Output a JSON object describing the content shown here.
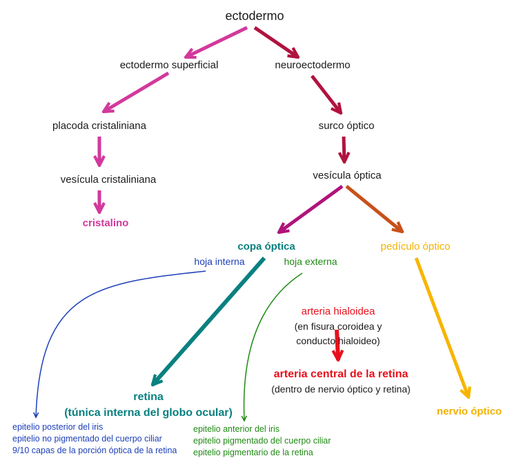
{
  "colors": {
    "black": "#1a1a1a",
    "magenta": "#d2399c",
    "crimson": "#b0133f",
    "purple": "#b0137a",
    "orange_brown": "#c8501a",
    "teal": "#0a8080",
    "gold": "#f2b200",
    "gold_arrow": "#f7b500",
    "blue": "#1c3fb8",
    "green": "#1f8a14",
    "red": "#e8101c"
  },
  "nodes": {
    "ectodermo": "ectodermo",
    "ectodermo_superficial": "ectodermo superficial",
    "neuroectodermo": "neuroectodermo",
    "placoda_cristaliniana": "placoda cristaliniana",
    "surco_optico": "surco óptico",
    "vesicula_cristaliniana": "vesícula cristaliniana",
    "vesicula_optica": "vesícula óptica",
    "cristalino": "cristalino",
    "copa_optica": "copa óptica",
    "pediculo_optico": "pedículo óptico",
    "hoja_interna": "hoja interna",
    "hoja_externa": "hoja externa",
    "arteria_hialoidea": "arteria hialoidea",
    "arteria_hialoidea_note_1": "(en  fisura  coroidea y",
    "arteria_hialoidea_note_2": "conducto hialoideo)",
    "arteria_central": "arteria central de la retina",
    "arteria_central_note": "(dentro de nervio óptico y retina)",
    "retina": "retina",
    "retina_subtitle": "(túnica interna del globo ocular)",
    "nervio_optico": "nervio óptico"
  },
  "hoja_interna_derivatives": [
    "epitelio posterior del iris",
    "epitelio no pigmentado del cuerpo ciliar",
    "9/10 capas de la porción óptica de la retina"
  ],
  "hoja_externa_derivatives": [
    "epitelio anterior del iris",
    "epitelio pigmentado del cuerpo ciliar",
    "epitelio pigmentario de la retina"
  ]
}
